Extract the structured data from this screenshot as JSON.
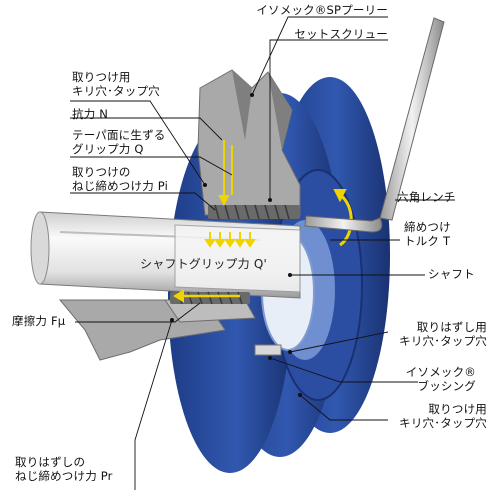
{
  "labels": {
    "pulley": "イソメック®SPプーリー",
    "setscrew": "セットスクリュー",
    "tap_hole_top": "取りつけ用\nキリ穴･タップ穴",
    "resistance": "抗力 N",
    "taper_grip": "テーパ面に生ずる\nグリップ力 Q",
    "mount_force": "取りつけの\nねじ締めつけ力 Pi",
    "hex_wrench": "六角レンチ",
    "torque": "締めつけ\nトルク T",
    "shaft_grip": "シャフトグリップ力 Q'",
    "shaft": "シャフト",
    "friction": "摩擦力 Fμ",
    "removal_tap_hole": "取りはずし用\nキリ穴･タップ穴",
    "bushing": "イソメック®\nブッシング",
    "tap_hole_bottom": "取りつけ用\nキリ穴･タップ穴",
    "removal_force": "取りはずしの\nねじ締めつけ力 Pr"
  },
  "colors": {
    "pulley_blue": "#2a4fa0",
    "pulley_dark": "#1b3577",
    "section_gray": "#a9a9a9",
    "shaft_light": "#eeeeee",
    "arrow_yellow": "#f0d400"
  }
}
